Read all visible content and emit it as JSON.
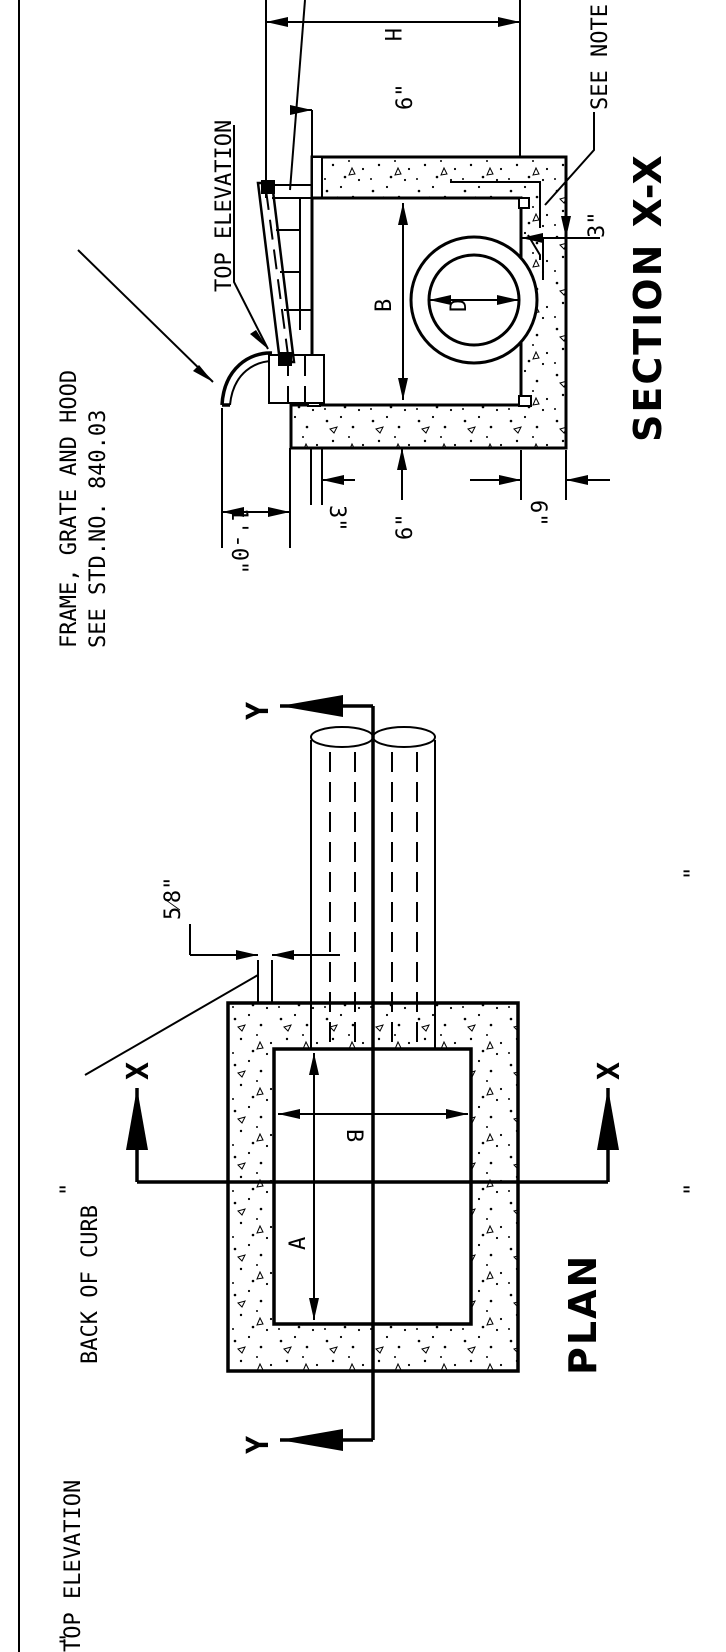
{
  "labels": {
    "back_of_curb": "BACK OF CURB",
    "top_elevation_plan": "TOP ELEVATION",
    "top_elevation_section": "TOP ELEVATION",
    "frame_line1": "FRAME, GRATE AND HOOD",
    "frame_line2": "SEE STD.NO. 840.03",
    "see_note": "SEE NOTE",
    "plan_title": "PLAN",
    "section_title": "SECTION X-X"
  },
  "sections": {
    "x": "X",
    "y": "Y"
  },
  "dimensions": {
    "a": "A",
    "b_plan": "B",
    "b_section": "B",
    "d": "D",
    "h": "H",
    "five_eighths": "5⁄8\"",
    "six_top": "6\"",
    "six_left": "6\"",
    "six_bottom": "6\"",
    "three_left": "3\"",
    "three_bottom": "3\"",
    "one_foot": "1'-0\""
  },
  "fragments": {
    "quote_a": "\"",
    "quote_b": "\"",
    "quote_c": "\"",
    "quote_d": "\""
  }
}
